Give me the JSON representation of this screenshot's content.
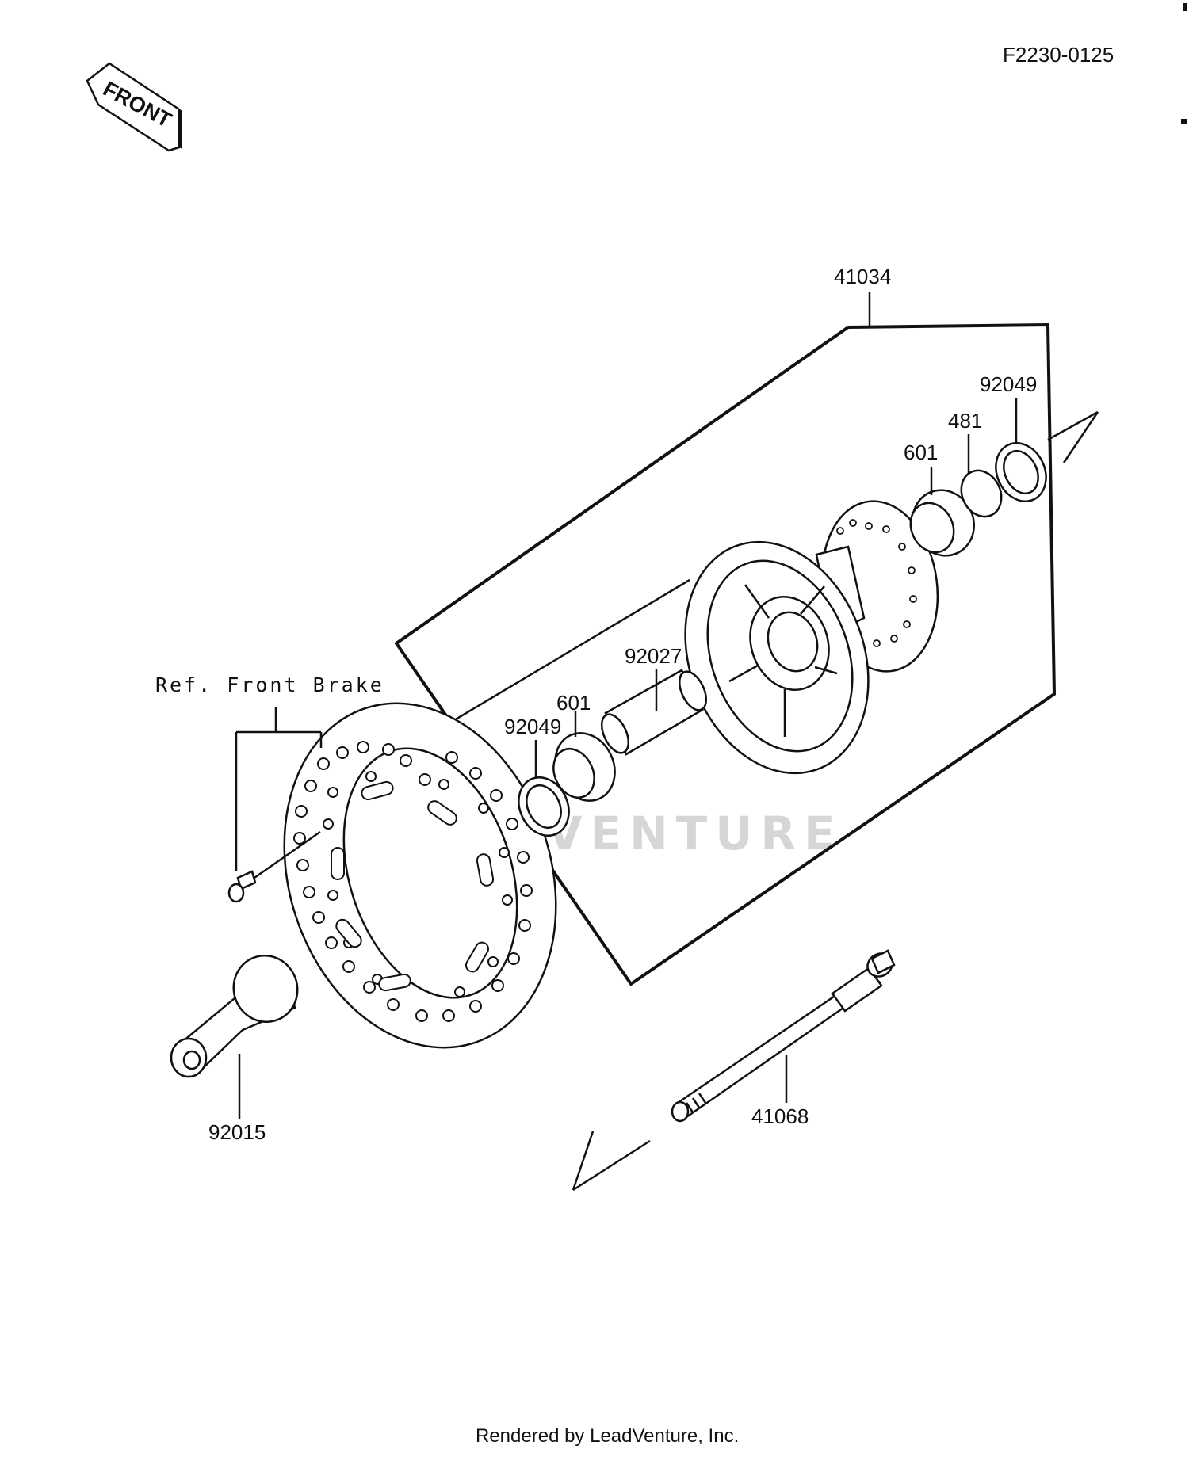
{
  "drawing_id": "F2230-0125",
  "front_badge": "FRONT",
  "watermark": "LEADVENTURE",
  "ref_note": "Ref. Front Brake",
  "footer": "Rendered by LeadVenture, Inc.",
  "callouts": {
    "hub_assembly": "41034",
    "seal_right": "92049",
    "circlip": "481",
    "bearing_right": "601",
    "spacer": "92027",
    "bearing_left": "601",
    "seal_left": "92049",
    "collar": "92015",
    "axle": "41068"
  }
}
